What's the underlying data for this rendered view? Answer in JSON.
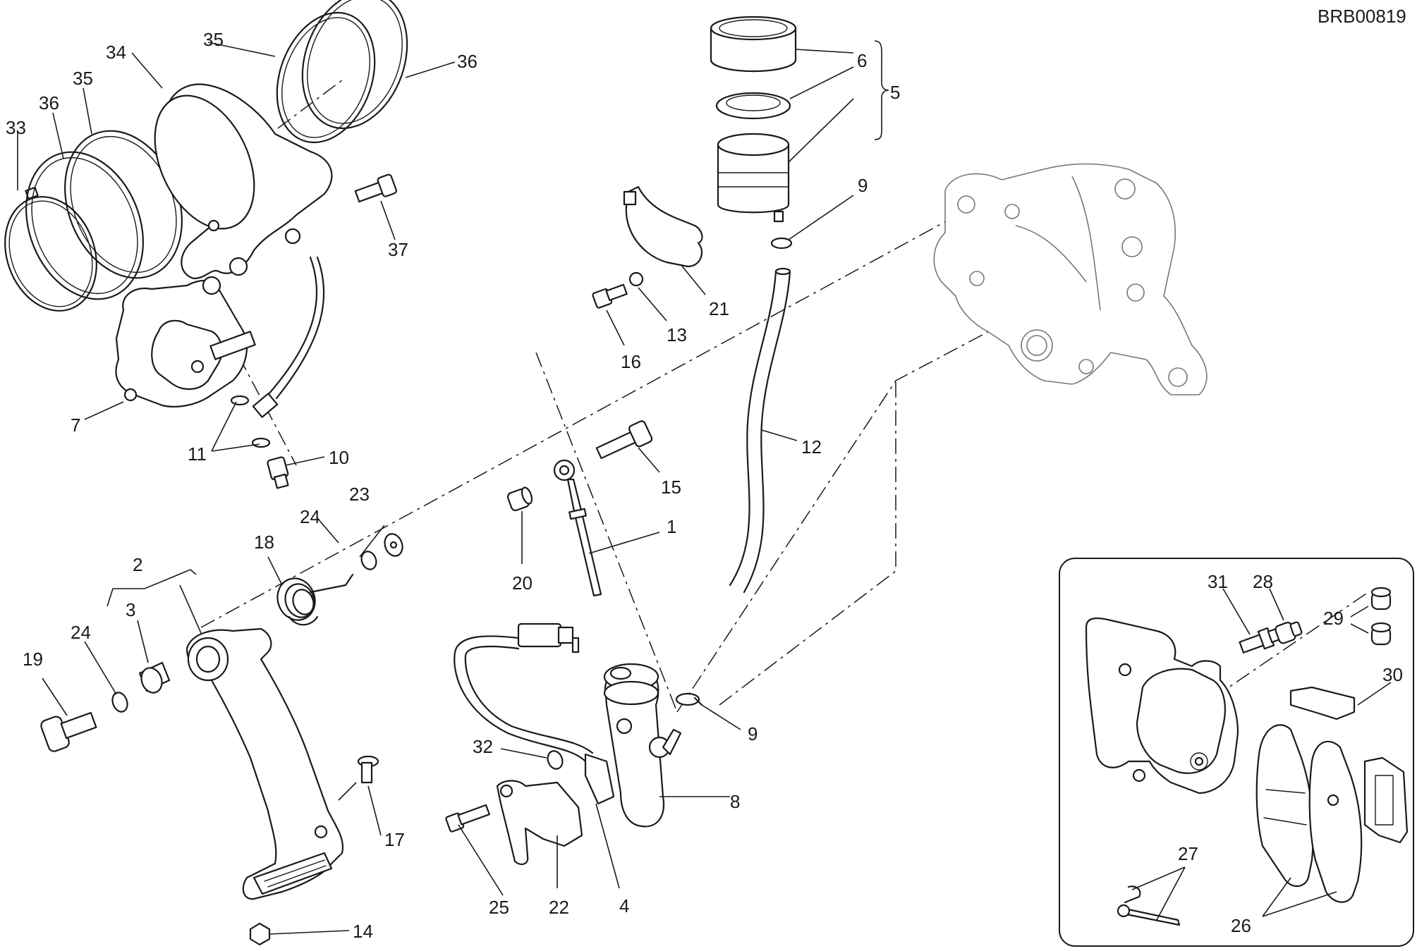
{
  "drawing_code": "BRB00819",
  "labels": [
    {
      "id": "l1",
      "text": "1"
    },
    {
      "id": "l2",
      "text": "2"
    },
    {
      "id": "l3",
      "text": "3"
    },
    {
      "id": "l4",
      "text": "4"
    },
    {
      "id": "l5",
      "text": "5"
    },
    {
      "id": "l6",
      "text": "6"
    },
    {
      "id": "l7",
      "text": "7"
    },
    {
      "id": "l8",
      "text": "8"
    },
    {
      "id": "l9a",
      "text": "9"
    },
    {
      "id": "l9b",
      "text": "9"
    },
    {
      "id": "l10",
      "text": "10"
    },
    {
      "id": "l11",
      "text": "11"
    },
    {
      "id": "l12",
      "text": "12"
    },
    {
      "id": "l13",
      "text": "13"
    },
    {
      "id": "l14",
      "text": "14"
    },
    {
      "id": "l15",
      "text": "15"
    },
    {
      "id": "l16",
      "text": "16"
    },
    {
      "id": "l17",
      "text": "17"
    },
    {
      "id": "l18",
      "text": "18"
    },
    {
      "id": "l19",
      "text": "19"
    },
    {
      "id": "l20",
      "text": "20"
    },
    {
      "id": "l21",
      "text": "21"
    },
    {
      "id": "l22",
      "text": "22"
    },
    {
      "id": "l23",
      "text": "23"
    },
    {
      "id": "l24a",
      "text": "24"
    },
    {
      "id": "l24b",
      "text": "24"
    },
    {
      "id": "l25",
      "text": "25"
    },
    {
      "id": "l26",
      "text": "26"
    },
    {
      "id": "l27",
      "text": "27"
    },
    {
      "id": "l28",
      "text": "28"
    },
    {
      "id": "l29",
      "text": "29"
    },
    {
      "id": "l30",
      "text": "30"
    },
    {
      "id": "l31",
      "text": "31"
    },
    {
      "id": "l32",
      "text": "32"
    },
    {
      "id": "l33",
      "text": "33"
    },
    {
      "id": "l34",
      "text": "34"
    },
    {
      "id": "l35a",
      "text": "35"
    },
    {
      "id": "l35b",
      "text": "35"
    },
    {
      "id": "l36a",
      "text": "36"
    },
    {
      "id": "l36b",
      "text": "36"
    },
    {
      "id": "l37",
      "text": "37"
    }
  ]
}
